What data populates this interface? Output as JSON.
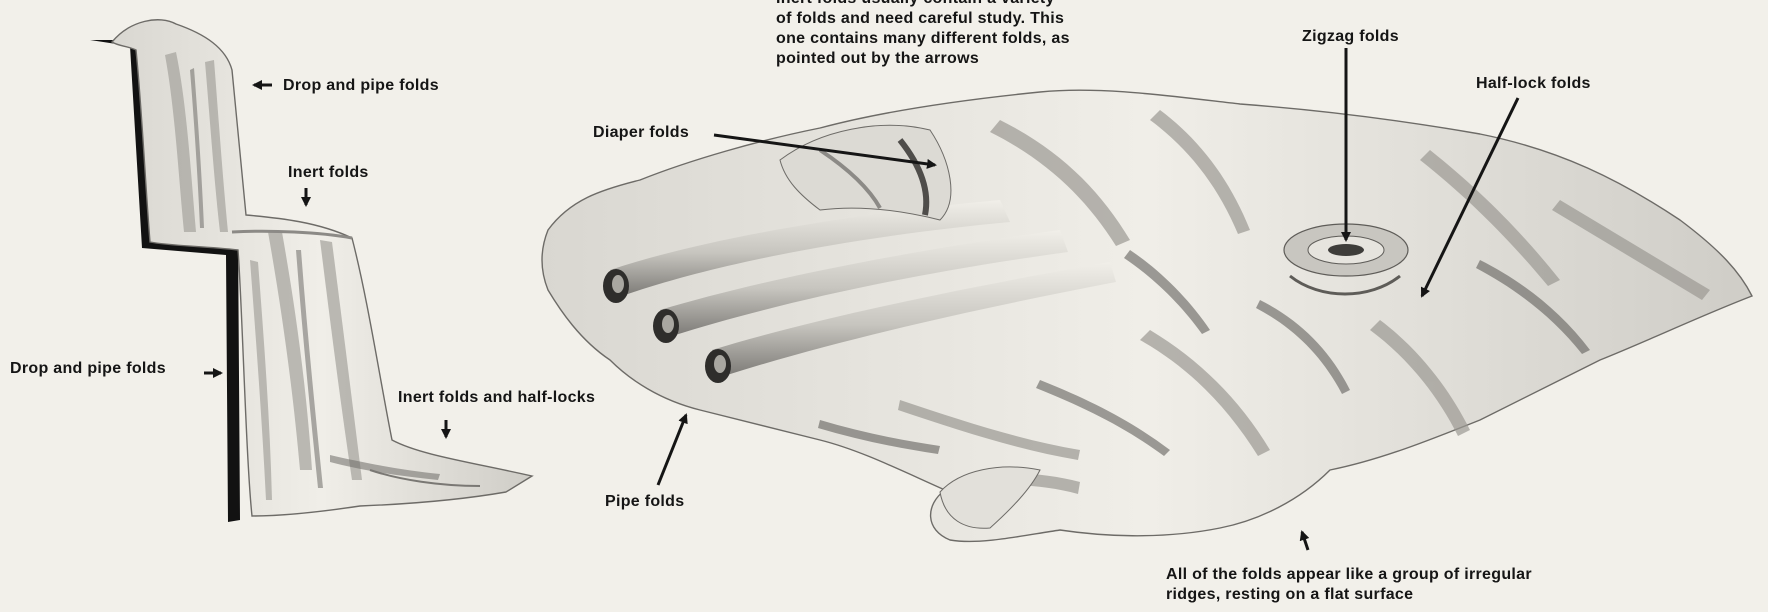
{
  "intro_note": {
    "lines": [
      "Inert folds usually contain a variety",
      "of folds and need careful study. This",
      "one contains many different folds, as",
      "pointed out by the arrows"
    ]
  },
  "labels": {
    "drop_pipe_top": "Drop and pipe folds",
    "inert_folds": "Inert folds",
    "drop_pipe_left": "Drop and pipe folds",
    "inert_half_locks": "Inert folds and half-locks",
    "diaper_folds": "Diaper folds",
    "pipe_folds": "Pipe folds",
    "zigzag_folds": "Zigzag folds",
    "half_lock_folds": "Half-lock folds"
  },
  "bottom_note": {
    "lines": [
      "All of the folds appear like a group of irregular",
      "ridges, resting on a flat surface"
    ]
  },
  "colors": {
    "paper": "#f2f0ea",
    "ink": "#151515",
    "cloth_light": "#ebe9e3",
    "cloth_mid": "#b9b7b2",
    "cloth_dark": "#545250"
  }
}
